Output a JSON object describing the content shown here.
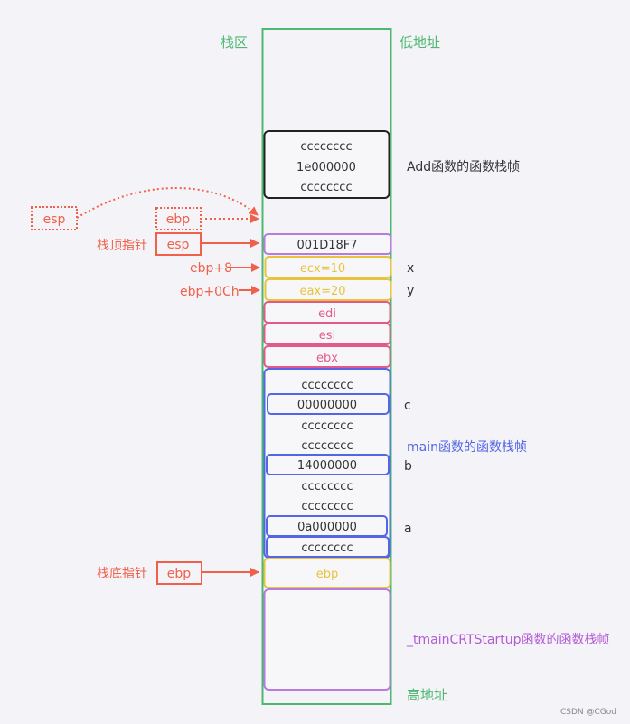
{
  "headers": {
    "stack_area": "栈区",
    "low_address": "低地址",
    "high_address": "高地址"
  },
  "colors": {
    "green": "#4cb871",
    "black": "#222222",
    "purple": "#b77be0",
    "yellow": "#e8c43c",
    "pink": "#e35a8a",
    "blue": "#5266e6",
    "red": "#f0604a",
    "purple_text": "#b35bd6"
  },
  "add_frame": {
    "values": [
      "cccccccc",
      "1e000000",
      "cccccccc"
    ],
    "label": "Add函数的函数栈帧"
  },
  "registers": {
    "esp_dotted": "esp",
    "ebp_dotted": "ebp",
    "esp": "esp",
    "ebp": "ebp"
  },
  "labels": {
    "stack_top_pointer": "栈顶指针",
    "stack_bottom_pointer": "栈底指针",
    "ebp_plus_8": "ebp+8",
    "ebp_plus_0ch": "ebp+0Ch"
  },
  "cells": {
    "return_address": "001D18F7",
    "ecx": "ecx=10",
    "eax": "eax=20",
    "edi": "edi",
    "esi": "esi",
    "ebx": "ebx",
    "ebp_saved": "ebp"
  },
  "param_names": {
    "x": "x",
    "y": "y"
  },
  "main_frame": {
    "rows": [
      "cccccccc",
      "00000000",
      "cccccccc",
      "cccccccc",
      "14000000",
      "cccccccc",
      "cccccccc",
      "0a000000",
      "cccccccc"
    ],
    "var_names": {
      "c": "c",
      "b": "b",
      "a": "a"
    },
    "label": "main函数的函数栈帧"
  },
  "tmain_frame": {
    "label": "_tmainCRTStartup函数的函数栈帧"
  },
  "watermark": "CSDN @CGod"
}
